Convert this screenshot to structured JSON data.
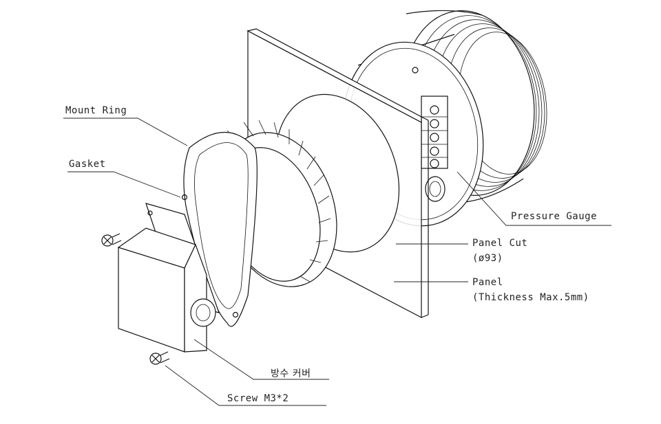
{
  "labels": {
    "mount_ring": "Mount Ring",
    "gasket": "Gasket",
    "pressure_gauge": "Pressure Gauge",
    "panel_cut": "Panel Cut",
    "panel_cut_dim": "(ø93)",
    "panel": "Panel",
    "panel_thickness": "(Thickness Max.5mm)",
    "waterproof_cover": "방수 커버",
    "screw": "Screw M3*2"
  }
}
